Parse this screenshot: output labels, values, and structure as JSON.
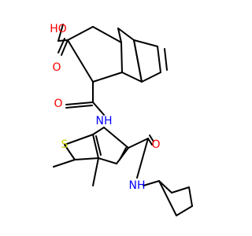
{
  "molecule": {
    "atom_colors": {
      "O": "#FF0000",
      "N": "#0000FF",
      "S": "#CCCC00",
      "C": "#000000"
    },
    "labels": {
      "acid_oh": "HO",
      "acid_o": "O",
      "amide1_o": "O",
      "amide1_nh": "NH",
      "thiophene_s": "S",
      "amide2_o": "O",
      "amide2_nh": "NH"
    }
  }
}
